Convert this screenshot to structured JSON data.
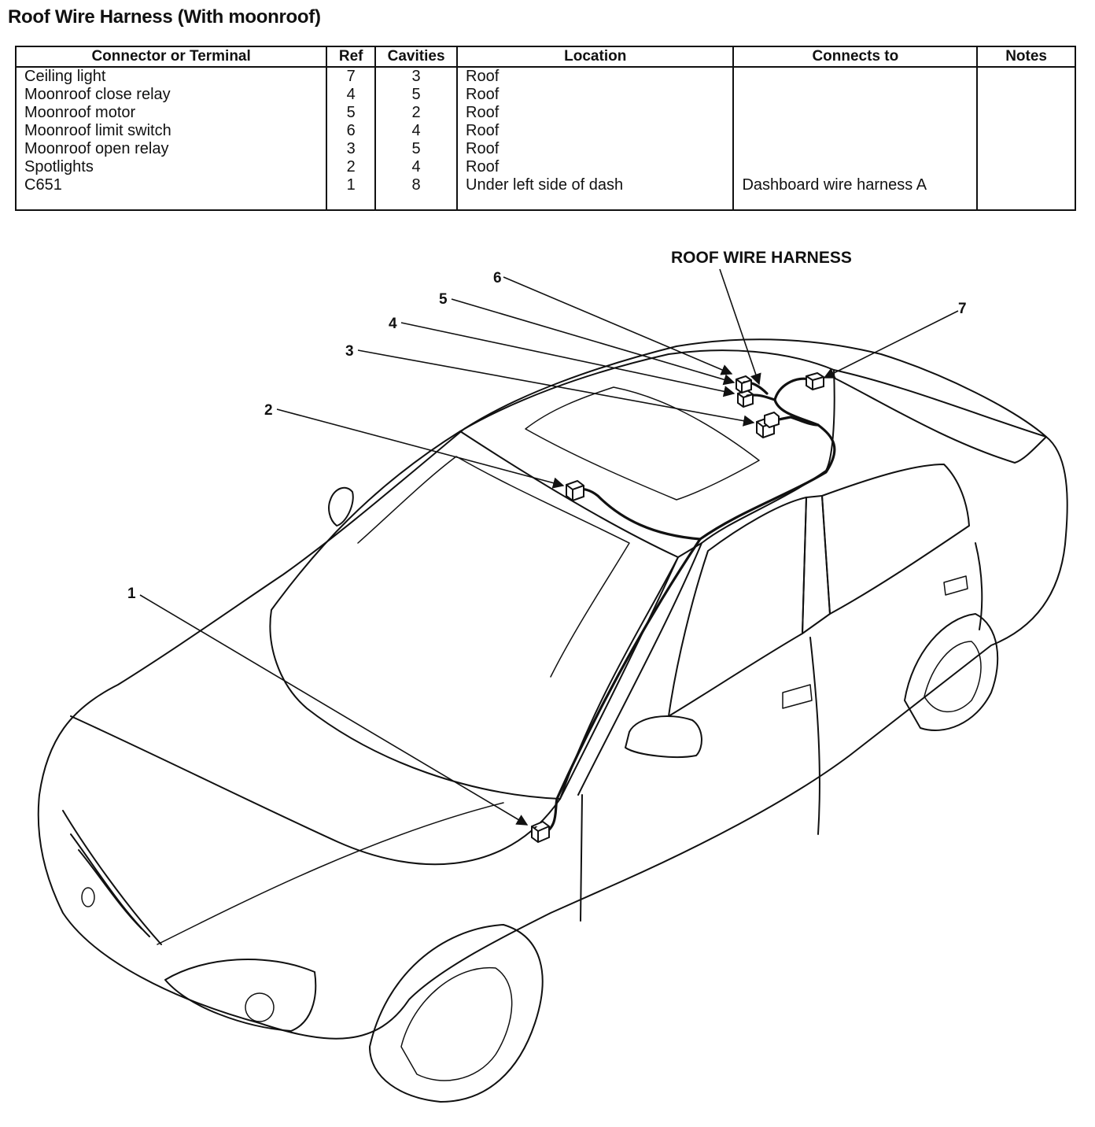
{
  "title": "Roof Wire Harness (With moonroof)",
  "table": {
    "headers": [
      "Connector or Terminal",
      "Ref",
      "Cavities",
      "Location",
      "Connects to",
      "Notes"
    ],
    "rows": [
      [
        "Ceiling light",
        "7",
        "3",
        "Roof",
        "",
        ""
      ],
      [
        "Moonroof close relay",
        "4",
        "5",
        "Roof",
        "",
        ""
      ],
      [
        "Moonroof motor",
        "5",
        "2",
        "Roof",
        "",
        ""
      ],
      [
        "Moonroof limit switch",
        "6",
        "4",
        "Roof",
        "",
        ""
      ],
      [
        "Moonroof open relay",
        "3",
        "5",
        "Roof",
        "",
        ""
      ],
      [
        "Spotlights",
        "2",
        "4",
        "Roof",
        "",
        ""
      ],
      [
        "C651",
        "1",
        "8",
        "Under left side of dash",
        "Dashboard wire harness A",
        ""
      ]
    ]
  },
  "diagram": {
    "harness_label": "ROOF WIRE HARNESS",
    "callouts": [
      "1",
      "2",
      "3",
      "4",
      "5",
      "6",
      "7"
    ]
  }
}
